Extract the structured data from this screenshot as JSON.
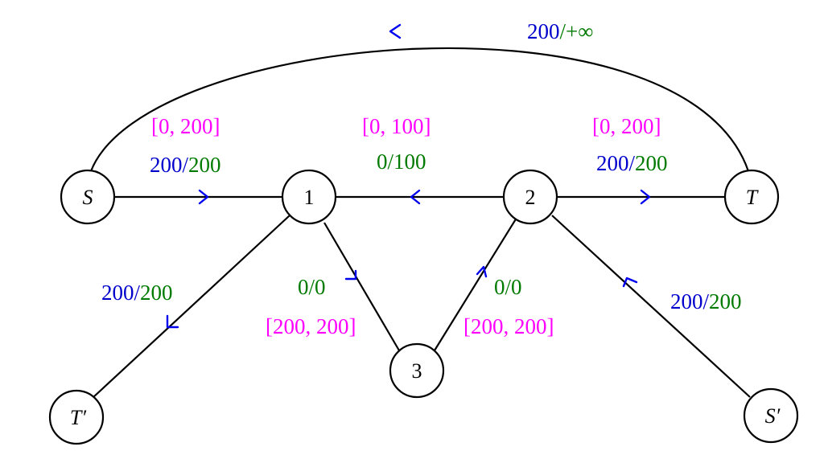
{
  "nodes": {
    "S": "S",
    "n1": "1",
    "n2": "2",
    "T": "T",
    "T_prime": "T′",
    "n3": "3",
    "S_prime": "S′"
  },
  "edges": {
    "T_S": {
      "flow": "200",
      "sep": "/",
      "capacity": "+∞"
    },
    "S_1": {
      "bounds": "[0, 200]",
      "flow": "200",
      "sep": "/",
      "capacity": "200"
    },
    "2_1": {
      "bounds": "[0, 100]",
      "flow_label": "0/100"
    },
    "2_T": {
      "bounds": "[0, 200]",
      "flow": "200",
      "sep": "/",
      "capacity": "200"
    },
    "1_Tp": {
      "flow": "200",
      "sep": "/",
      "capacity": "200"
    },
    "1_3": {
      "flow_label": "0/0",
      "bounds": "[200, 200]"
    },
    "3_2": {
      "flow_label": "0/0",
      "bounds": "[200, 200]"
    },
    "Sp_2": {
      "flow": "200",
      "sep": "/",
      "capacity": "200"
    }
  },
  "colors": {
    "flow": "#0000cc",
    "capacity": "#007a00",
    "bounds": "#ff00ff",
    "arrow": "#0000ee"
  }
}
